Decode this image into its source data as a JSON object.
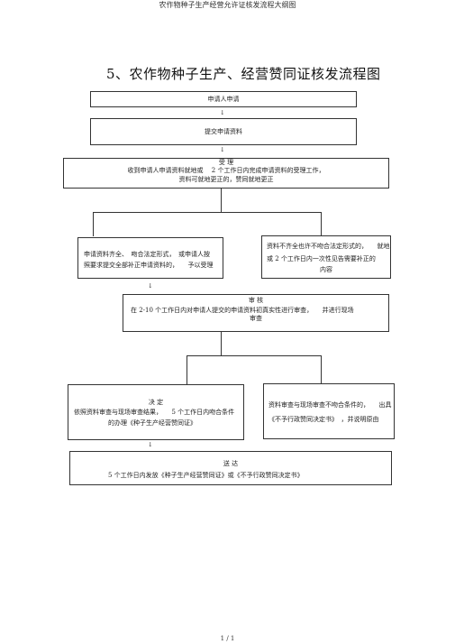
{
  "header": "农作物种子生产经营允许证核发流程大纲图",
  "title": "5、农作物种子生产、经营赞同证核发流程图",
  "arrow_glyph": "↓",
  "steps": {
    "apply": "申请人申请",
    "submit": "提交申请资料",
    "accept": {
      "heading": "受 理",
      "line1": "收到申请人申请资料就地或　 2 个工作日内完成申请资料的受理工作，",
      "line2": "资料可就地更正的，赞同就地更正"
    },
    "complete": {
      "line1": "申请资料齐全、　吻合法定形式，　或申请人按",
      "line2": "照要求提交全部补正申请资料的，　　予以受理"
    },
    "incomplete": {
      "line1": "资料不齐全也许不吻合法定形式的，　　就地",
      "line2": "或 2 个工作日内一次性见告需要补正的",
      "line3": "内容"
    },
    "review": {
      "heading": "审 核",
      "line1": "在 2-10 个工作日内对申请人提交的申请资料初真实性进行审查，　　并进行现场",
      "line2": "审查"
    },
    "approve": {
      "heading": "决 定",
      "line1": "依照资料审查与现场审查结果，　　5 个工作日内吻合条件",
      "line2": "的办理《种子生产经营赞同证》"
    },
    "reject": {
      "line1": "资料审查与现场审查不吻合条件的，　　出具",
      "line2": "《不予行政赞同决定书》　，并说明原由"
    },
    "deliver": {
      "heading": "送 达",
      "line1": "5 个工作日内发放《种子生产经营赞同证》或《不予行政赞同决定书》"
    }
  },
  "footer": "1 / 1"
}
